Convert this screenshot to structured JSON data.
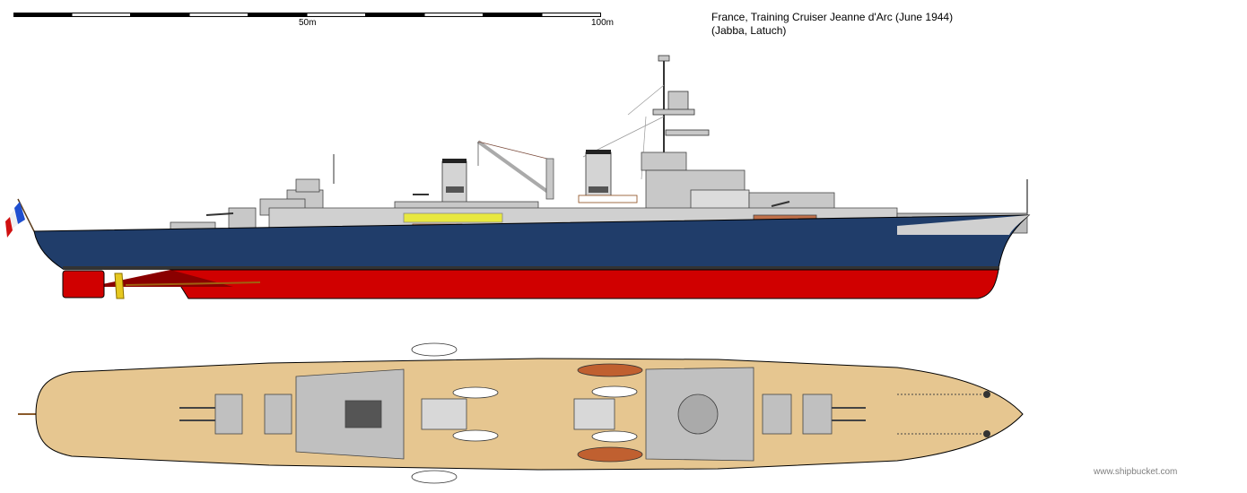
{
  "scale_bar": {
    "label_mid": "50m",
    "label_end": "100m",
    "segments": 10
  },
  "title": {
    "line1": "France, Training Cruiser Jeanne d'Arc (June 1944)",
    "line2": "(Jabba, Latuch)"
  },
  "watermark": "www.shipbucket.com",
  "colors": {
    "hull": "#203d6a",
    "antifouling": "#d00000",
    "superstructure": "#c8c8c8",
    "deck": "#e6c690",
    "flag_blue": "#1f4fd0",
    "flag_red": "#d01010"
  }
}
